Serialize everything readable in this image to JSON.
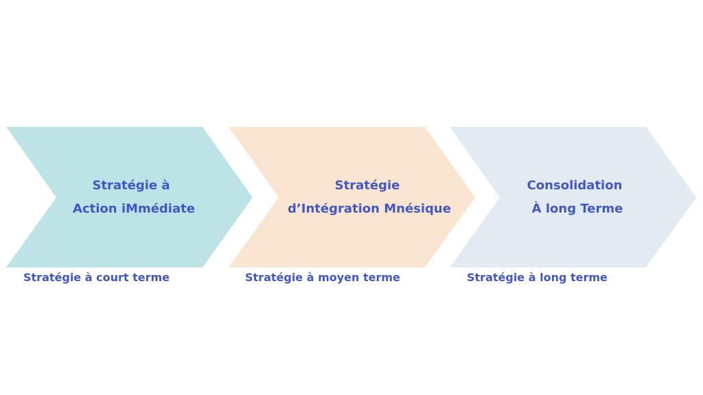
{
  "steps": [
    {
      "title_lines": [
        "Stratégie à",
        "Action iMmédiate"
      ],
      "caption": "Stratégie à court terme",
      "color": "#bde3e6"
    },
    {
      "title_lines": [
        "Stratégie",
        "d’Intégration Mnésique"
      ],
      "caption": "Stratégie à moyen terme",
      "color": "#f9e5d0"
    },
    {
      "title_lines": [
        "Consolidation",
        "À long Terme"
      ],
      "caption": "Stratégie à long terme",
      "color": "#e3ebf2"
    }
  ],
  "colors": {
    "text": "#4357c0",
    "background": "#ffffff"
  }
}
